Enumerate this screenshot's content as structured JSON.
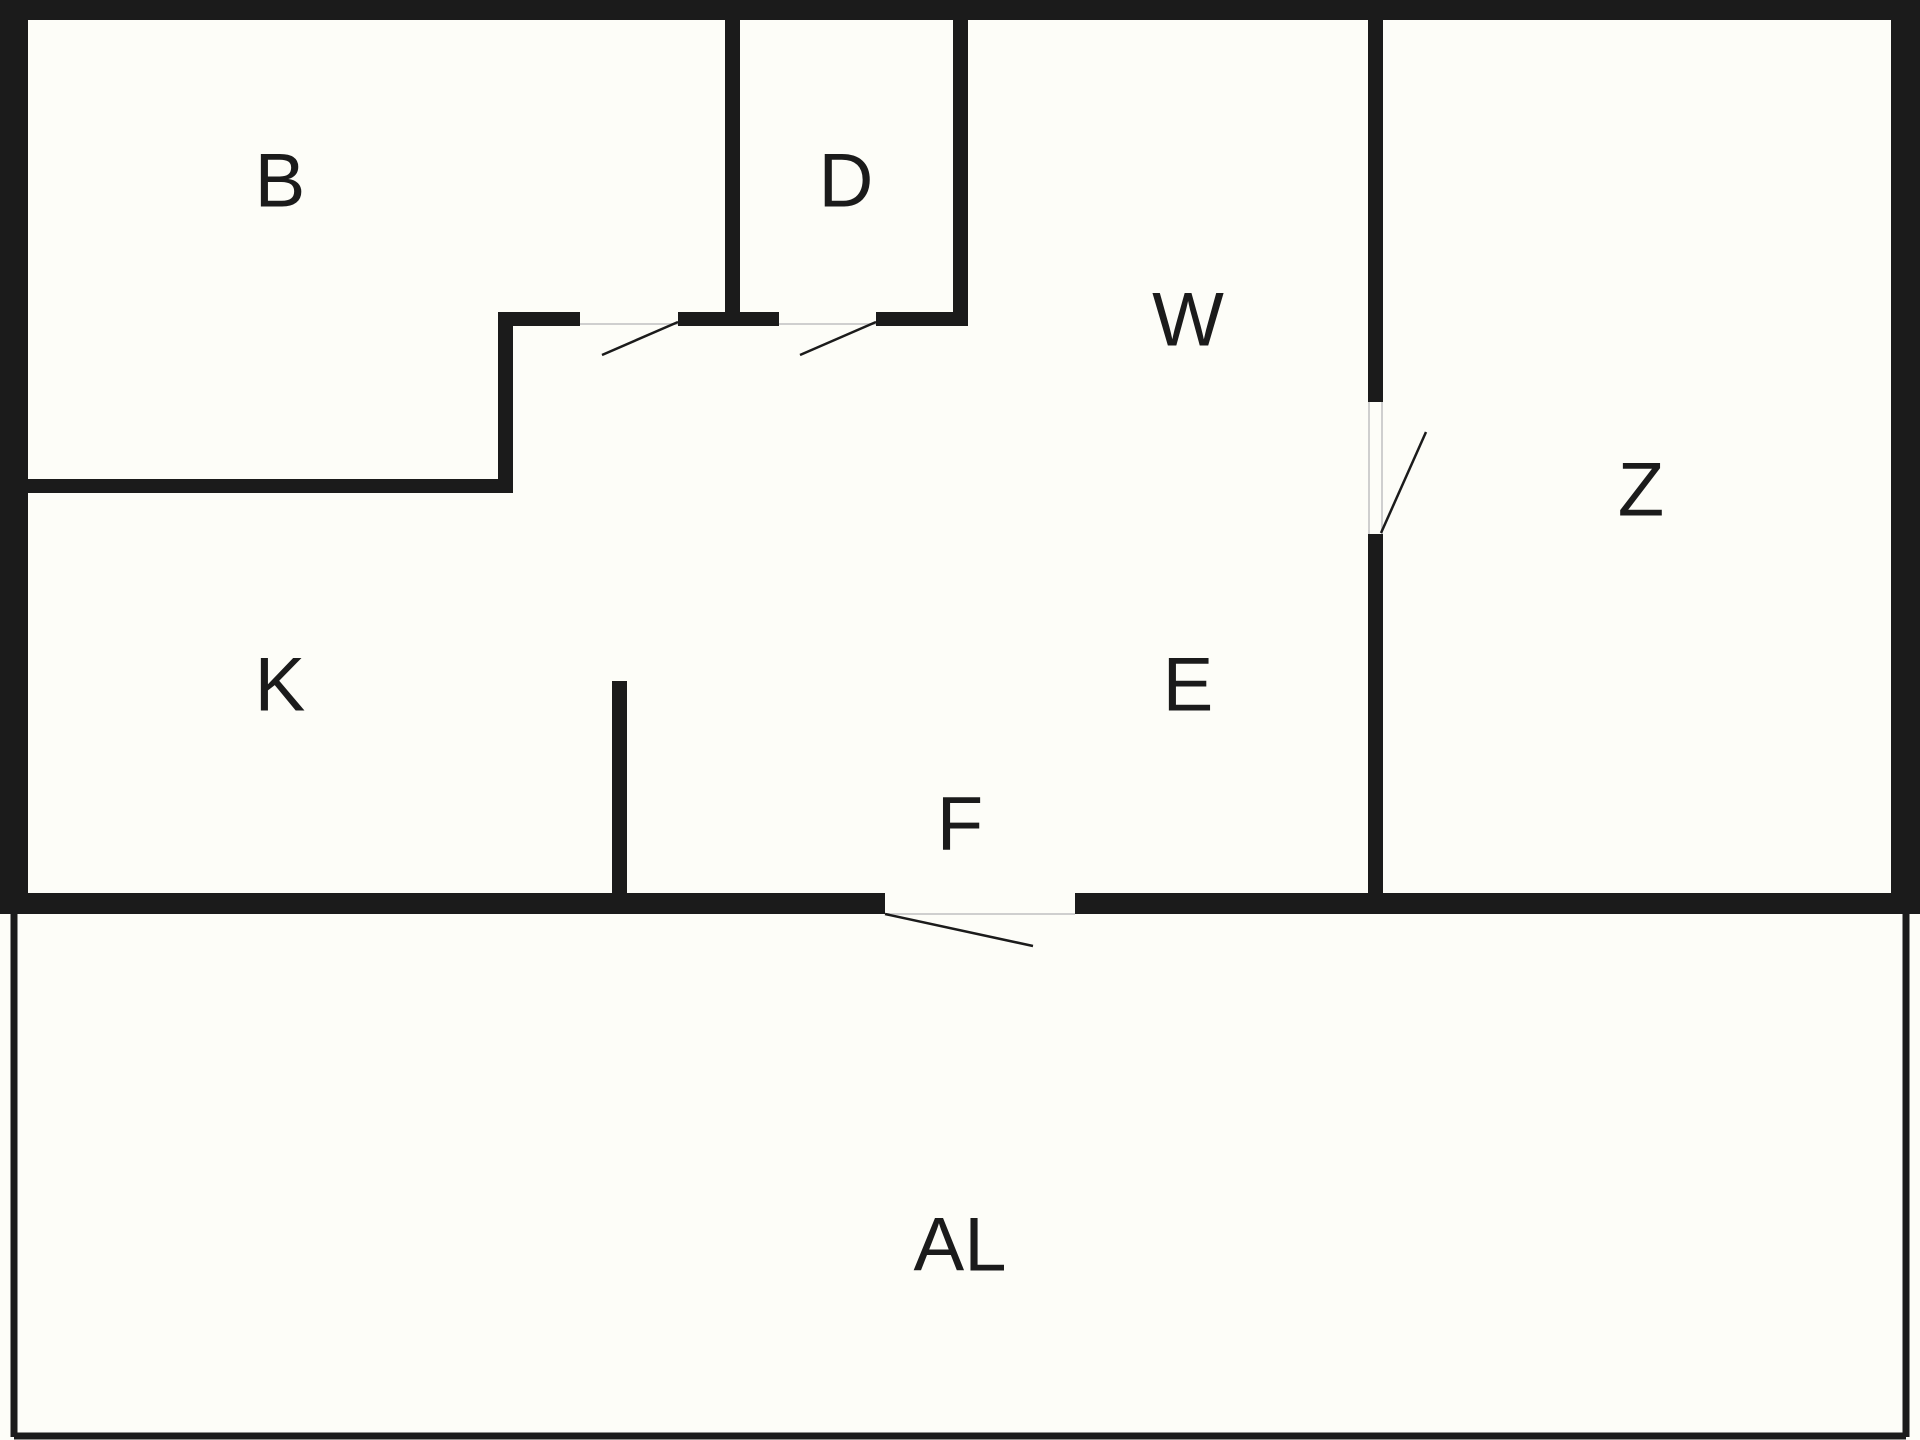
{
  "floor_plan": {
    "rooms": [
      {
        "id": "b",
        "label": "B"
      },
      {
        "id": "d",
        "label": "D"
      },
      {
        "id": "w",
        "label": "W"
      },
      {
        "id": "z",
        "label": "Z"
      },
      {
        "id": "k",
        "label": "K"
      },
      {
        "id": "e",
        "label": "E"
      },
      {
        "id": "f",
        "label": "F"
      },
      {
        "id": "al",
        "label": "AL"
      }
    ],
    "colors": {
      "background": "#fdfdf8",
      "wall": "#1b1b1b",
      "door_opening": "#cfcfcf"
    }
  }
}
